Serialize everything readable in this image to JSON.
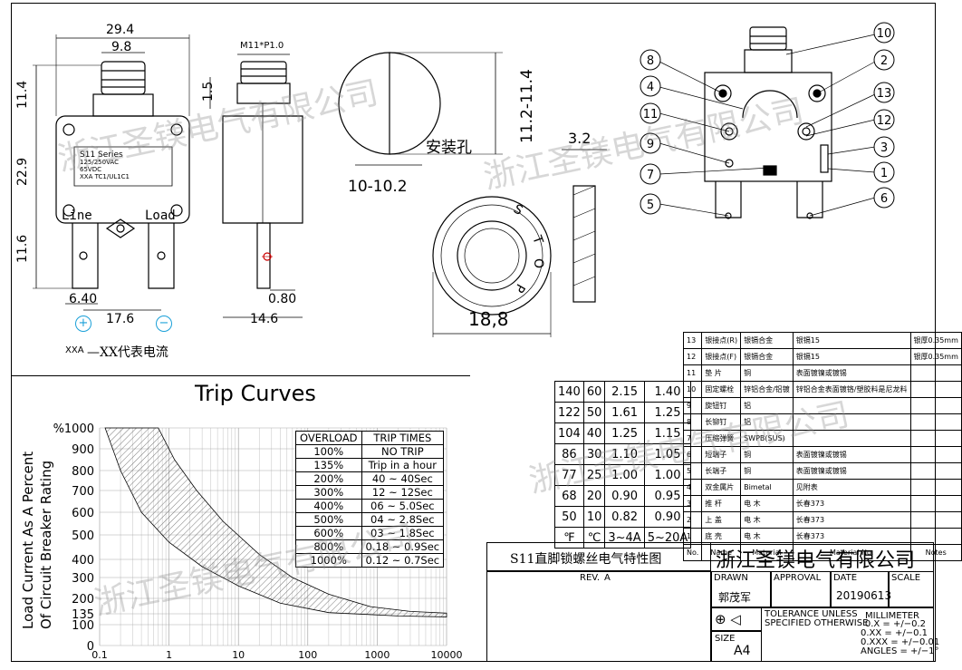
{
  "drawing": {
    "dims": {
      "width_total": "29.4",
      "width_button": "9.8",
      "h_button": "11.4",
      "h_body": "22.9",
      "h_terminal": "11.6",
      "gap_15": "1.5",
      "thread": "M11*P1.0",
      "term_w": "6.40",
      "pitch": "17.6",
      "side_w": "14.6",
      "term_t": "0.80",
      "hole_h": "11.2-11.4",
      "hole_w": "10-10.2",
      "nut_t": "3.2",
      "nut_d": "18,8"
    },
    "label_line": "Line",
    "label_load": "Load",
    "plus": "+",
    "minus": "−",
    "mount_hole": "安装孔",
    "xxa_note_code": "XXA",
    "xxa_note": "—XX代表电流",
    "device_label": {
      "series": "S11 Series",
      "rating1": "125/250VAC",
      "rating2": "65VDC",
      "model": "XXA",
      "cert": "TC1/UL1C1"
    },
    "nut_letters": [
      "S",
      "T",
      "O",
      "P"
    ],
    "callouts": [
      "1",
      "2",
      "3",
      "4",
      "5",
      "6",
      "7",
      "8",
      "9",
      "10",
      "11",
      "12",
      "13"
    ]
  },
  "trip_chart": {
    "title": "Trip Curves",
    "ylabel_1": "Load Current As A Percent",
    "ylabel_2": "Of Circuit Breaker Rating",
    "y_ticks": [
      "%1000",
      "900",
      "800",
      "700",
      "600",
      "500",
      "400",
      "300",
      "200",
      "135",
      "100",
      "0"
    ],
    "x_ticks": [
      "0.1",
      "1",
      "10",
      "100",
      "1000",
      "10000"
    ],
    "table_header": [
      "OVERLOAD",
      "TRIP TIMES"
    ],
    "table_rows": [
      [
        "100%",
        "NO    TRIP"
      ],
      [
        "135%",
        "Trip in a hour"
      ],
      [
        "200%",
        "40 ~ 40Sec"
      ],
      [
        "300%",
        "12 ~ 12Sec"
      ],
      [
        "400%",
        "06 ~ 5.0Sec"
      ],
      [
        "500%",
        "04 ~ 2.8Sec"
      ],
      [
        "600%",
        "03 ~ 1.8Sec"
      ],
      [
        "800%",
        "0.18 ~ 0.9Sec"
      ],
      [
        "1000%",
        "0.12 ~ 0.7Sec"
      ]
    ]
  },
  "temp_table": {
    "rows": [
      [
        "140",
        "60",
        "2.15",
        "1.40"
      ],
      [
        "122",
        "50",
        "1.61",
        "1.25"
      ],
      [
        "104",
        "40",
        "1.25",
        "1.15"
      ],
      [
        "86",
        "30",
        "1.10",
        "1.05"
      ],
      [
        "77",
        "25",
        "1.00",
        "1.00"
      ],
      [
        "68",
        "20",
        "0.90",
        "0.95"
      ],
      [
        "50",
        "10",
        "0.82",
        "0.90"
      ]
    ],
    "footer": [
      "℉",
      "℃",
      "3~4A",
      "5~20A"
    ]
  },
  "parts_table": {
    "rows": [
      [
        "13",
        "银接点(R)",
        "银镉合金",
        "银镉15",
        "银厚0.35mm"
      ],
      [
        "12",
        "银接点(F)",
        "银镉合金",
        "银镉15",
        "银厚0.35mm"
      ],
      [
        "11",
        "垫 片",
        "铜",
        "表面镀镍或镀锡",
        ""
      ],
      [
        "10",
        "固定螺栓",
        "锌铝合金/铝镀",
        "锌铝合金表面镀铬/塑胶料是尼龙料",
        ""
      ],
      [
        "9",
        "旋钮钉",
        "铝",
        "",
        ""
      ],
      [
        "8",
        "长铆钉",
        "铝",
        "",
        ""
      ],
      [
        "7",
        "压缩弹簧",
        "SWPB(SUS)",
        "",
        ""
      ],
      [
        "6",
        "短端子",
        "铜",
        "表面镀镍或镀锡",
        ""
      ],
      [
        "5",
        "长端子",
        "铜",
        "表面镀镍或镀锡",
        ""
      ],
      [
        "4",
        "双金属片",
        "Bimetal",
        "见附表",
        ""
      ],
      [
        "3",
        "推 杆",
        "电 木",
        "长春373",
        ""
      ],
      [
        "2",
        "上 盖",
        "电 木",
        "长春373",
        ""
      ],
      [
        "1",
        "底 壳",
        "电 木",
        "长春373",
        ""
      ]
    ],
    "header": [
      "No.",
      "Name",
      "Material",
      "Material No.",
      "Notes"
    ]
  },
  "title_block": {
    "product": "S11直脚锁螺丝电气特性图",
    "company": "浙江圣镁电气有限公司",
    "rev_label": "REV.",
    "rev": "A",
    "drawn_label": "DRAWN",
    "drawn": "郭茂军",
    "approval_label": "APPROVAL",
    "date_label": "DATE",
    "date": "20190613",
    "scale_label": "SCALE",
    "tol_1": "TOLERANCE  UNLESS",
    "tol_2": "SPECIFIED  OTHERWISE",
    "mm": "MILLIMETER",
    "tol_lines": [
      "0.X  =  +/−0.2",
      "0.XX  =  +/−0.1",
      "0.XXX  =  +/−0.01",
      "ANGLES  =  +/−1°"
    ],
    "size_label": "SIZE",
    "size": "A4"
  },
  "watermark": "浙江圣镁电气有限公司"
}
